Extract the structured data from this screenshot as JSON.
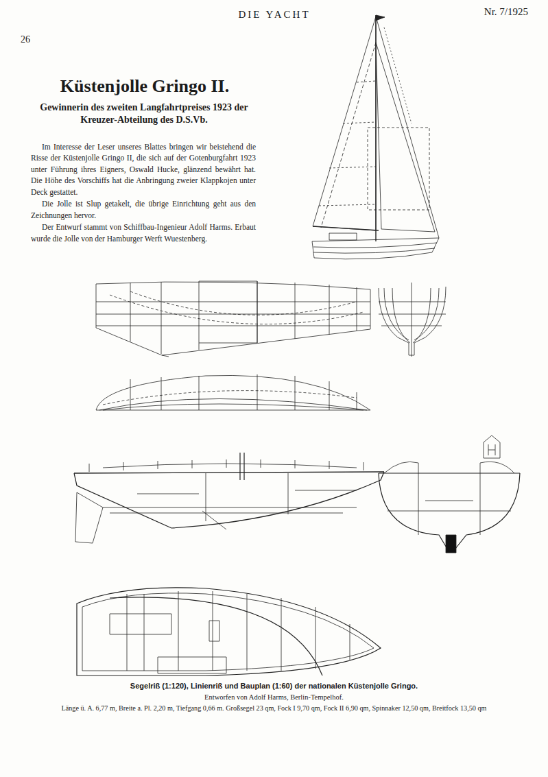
{
  "diagram": {
    "title": "Küstenjolle Gringo II.",
    "caption": "Segelriß (1:120), Linienriß und Bauplan (1:60) der nationalen Küstenjolle Gringo.",
    "labels": [
      "26",
      "DIE YACHT",
      "Nr. 7/1925",
      "Gewinnerin des zweiten Langfahrtpreises 1923 der Kreuzer-Abteilung des D.S.Vb.",
      "Im Interesse der Leser unseres Blattes bringen wir beistehend die Risse der Küstenjolle Gringo II, die sich auf der Gotenburgfahrt 1923 unter Führung ihres Eigners, Oswald Hucke, glänzend bewährt hat. Die Höhe des Vorschiffs hat die Anbringung zweier Klappkojen unter Deck gestattet.",
      "Die Jolle ist Slup getakelt, die übrige Einrichtung geht aus den Zeichnungen hervor.",
      "Der Entwurf stammt von Schiffbau-Ingenieur Adolf Harms. Erbaut wurde die Jolle von der Hamburger Werft Wuestenberg.",
      "Entworfen von Adolf Harms, Berlin-Tempelhof.",
      "Länge ü. A. 6,77 m, Breite a. Pl. 2,20 m, Tiefgang 0,66 m. Großsegel 23 qm, Fock I 9,70 qm, Fock II 6,90 qm, Spinnaker 12,50 qm, Breitfock 13,50 qm"
    ]
  }
}
